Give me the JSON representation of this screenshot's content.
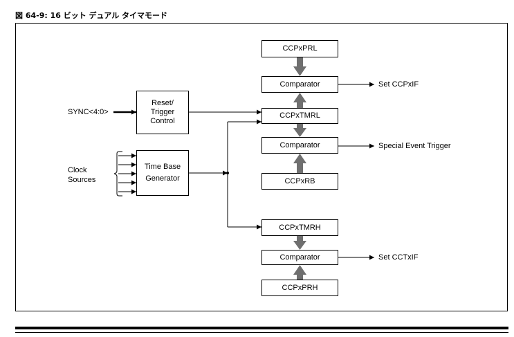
{
  "figure": {
    "title": "図 64-9:  16 ビット デュアル タイマモード"
  },
  "blocks": {
    "ccpxprl": "CCPxPRL",
    "comparator_top": "Comparator",
    "ccpxtmrl": "CCPxTMRL",
    "comparator_mid": "Comparator",
    "ccpxrb": "CCPxRB",
    "ccpxtmrh": "CCPxTMRH",
    "comparator_bot": "Comparator",
    "ccpxprh": "CCPxPRH",
    "reset_trigger_line1": "Reset/",
    "reset_trigger_line2": "Trigger",
    "reset_trigger_line3": "Control",
    "time_base_line1": "Time Base",
    "time_base_line2": "Generator"
  },
  "labels": {
    "sync": "SYNC<4:0>",
    "clock_line1": "Clock",
    "clock_line2": "Sources",
    "set_ccpxif": "Set CCPxIF",
    "special_event": "Special Event Trigger",
    "set_cctxif": "Set CCTxIF"
  }
}
